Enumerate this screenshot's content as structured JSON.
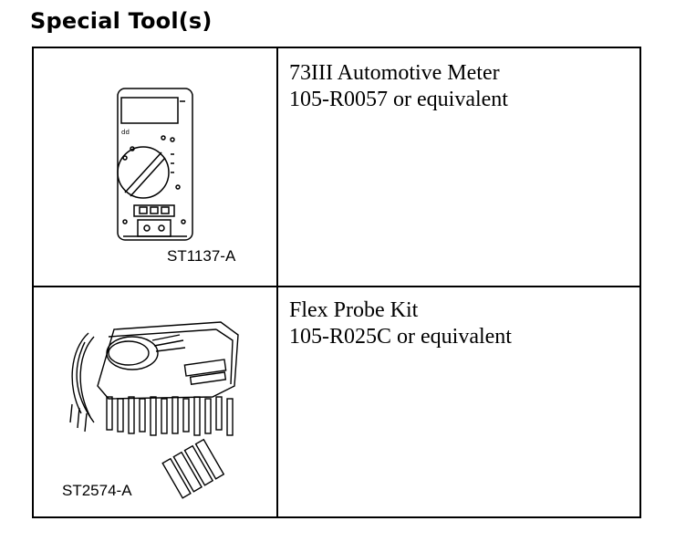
{
  "heading": "Special Tool(s)",
  "tools": [
    {
      "figure_id": "ST1137-A",
      "icon": "multimeter-icon",
      "name": "73III Automotive Meter",
      "part": "105-R0057 or equivalent"
    },
    {
      "figure_id": "ST2574-A",
      "icon": "probe-kit-icon",
      "name": "Flex Probe Kit",
      "part": "105-R025C or equivalent"
    }
  ]
}
